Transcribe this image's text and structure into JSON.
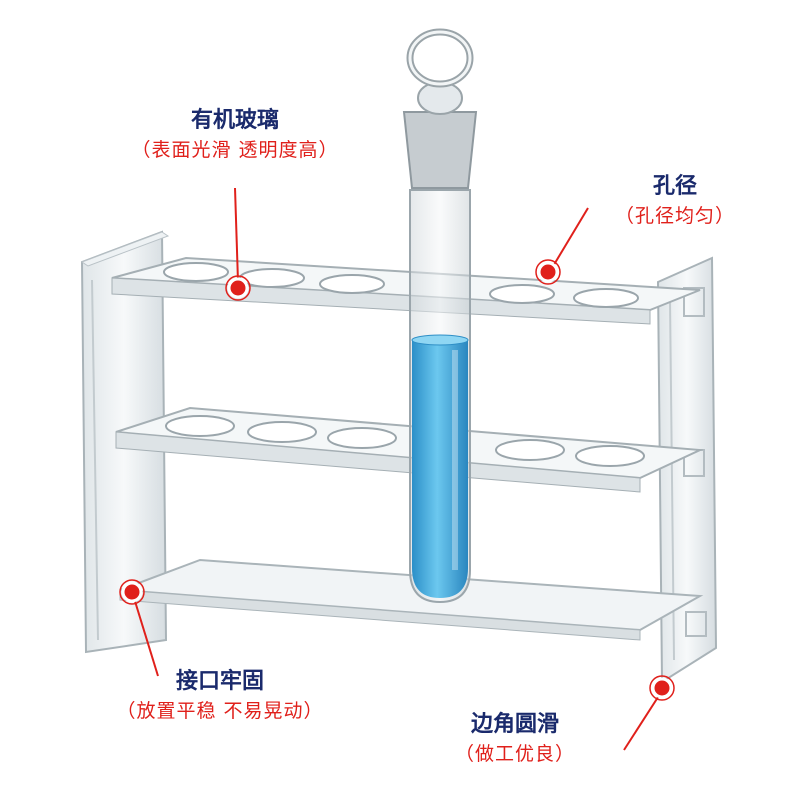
{
  "colors": {
    "title": "#1a2a6c",
    "subtitle": "#e0201b",
    "marker": "#e0201b",
    "liquid": "#3aa7dd"
  },
  "callouts": {
    "material": {
      "title": "有机玻璃",
      "subtitle": "（表面光滑 透明度高）"
    },
    "hole": {
      "title": "孔径",
      "subtitle": "（孔径均匀）"
    },
    "joint": {
      "title": "接口牢固",
      "subtitle": "（放置平稳 不易晃动）"
    },
    "edge": {
      "title": "边角圆滑",
      "subtitle": "（做工优良）"
    }
  }
}
